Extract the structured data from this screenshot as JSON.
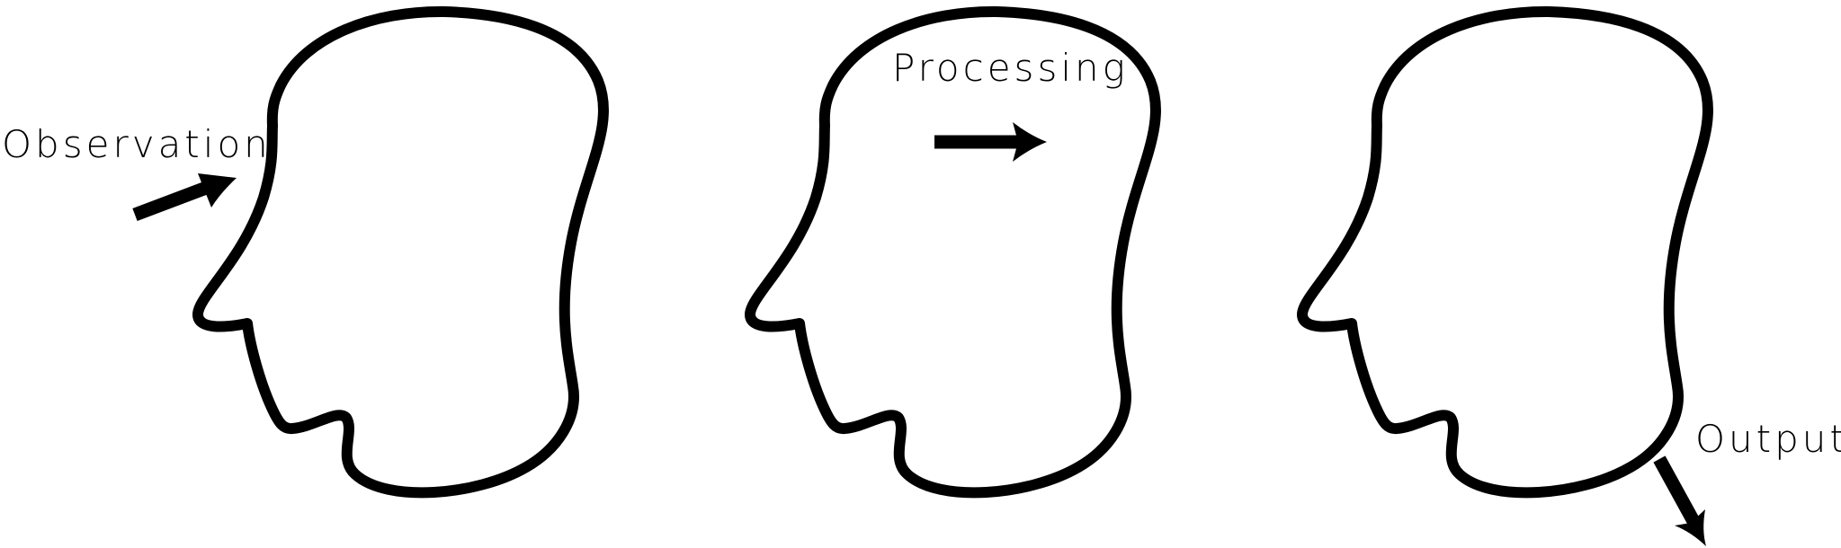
{
  "diagram": {
    "stages": [
      {
        "label": "Observation"
      },
      {
        "label": "Processing"
      },
      {
        "label": "Output"
      }
    ]
  },
  "colors": {
    "ink": "#000000",
    "background": "#ffffff"
  }
}
